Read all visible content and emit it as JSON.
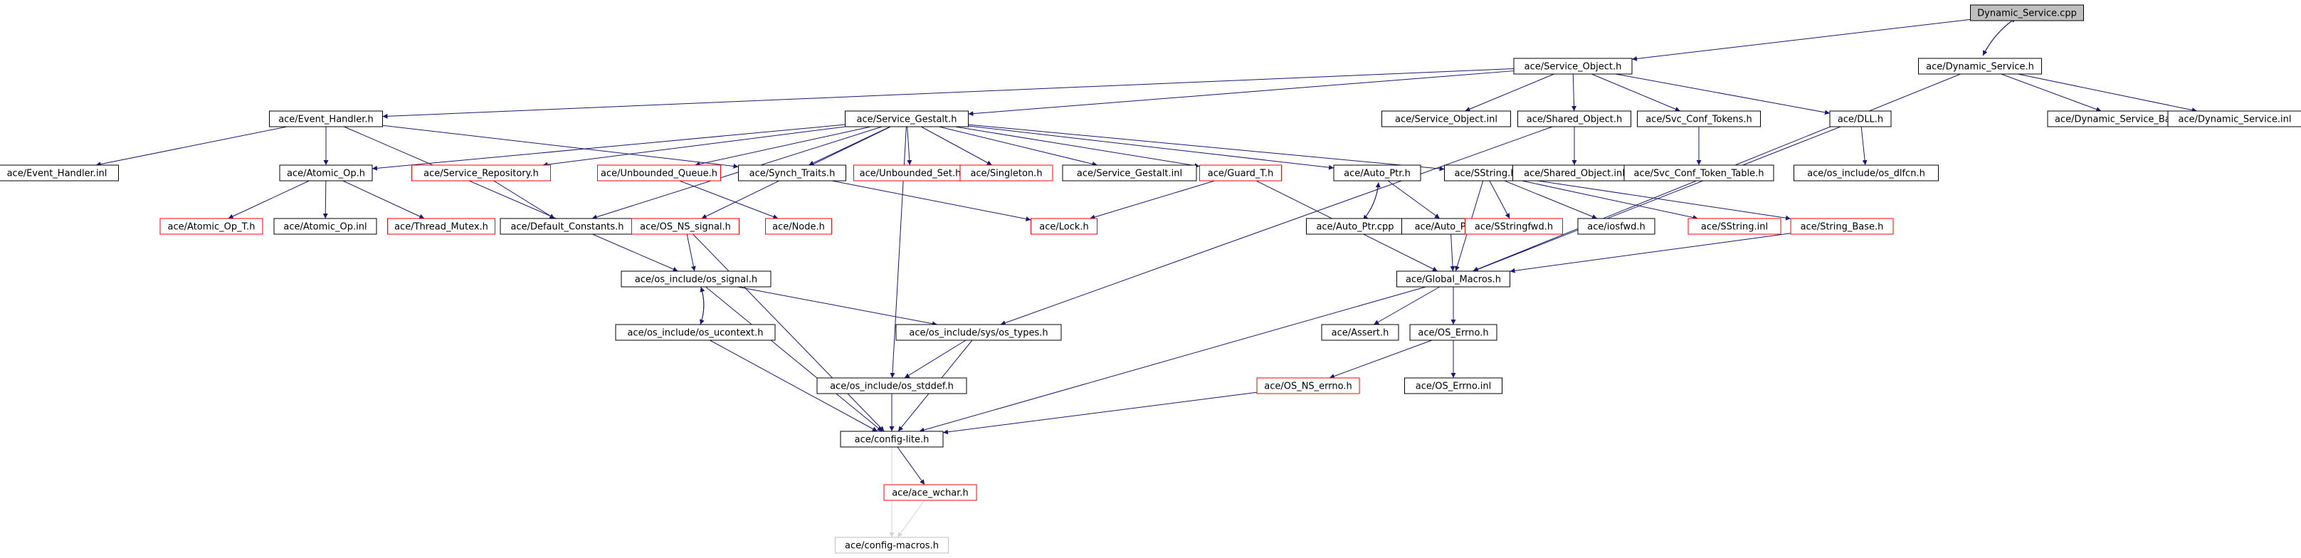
{
  "graph": {
    "colors": {
      "edge": "#191970",
      "edge_gray": "#d3d3d3",
      "node_border": "#000000",
      "node_border_red": "#ff0000",
      "node_border_gray": "#bfbfbf",
      "node_root_fill": "#bfbfbf",
      "text": "#000000"
    },
    "nodes": [
      {
        "id": "root",
        "label": "Dynamic_Service.cpp",
        "style": "root"
      },
      {
        "id": "so",
        "label": "ace/Service_Object.h",
        "style": "normal"
      },
      {
        "id": "dsh",
        "label": "ace/Dynamic_Service.h",
        "style": "normal"
      },
      {
        "id": "eh",
        "label": "ace/Event_Handler.h",
        "style": "normal"
      },
      {
        "id": "sg",
        "label": "ace/Service_Gestalt.h",
        "style": "normal"
      },
      {
        "id": "soinl",
        "label": "ace/Service_Object.inl",
        "style": "normal"
      },
      {
        "id": "shob",
        "label": "ace/Shared_Object.h",
        "style": "normal"
      },
      {
        "id": "sct",
        "label": "ace/Svc_Conf_Tokens.h",
        "style": "normal"
      },
      {
        "id": "dll",
        "label": "ace/DLL.h",
        "style": "normal"
      },
      {
        "id": "dsb",
        "label": "ace/Dynamic_Service_Base.h",
        "style": "normal"
      },
      {
        "id": "dsinl",
        "label": "ace/Dynamic_Service.inl",
        "style": "normal"
      },
      {
        "id": "ehinl",
        "label": "ace/Event_Handler.inl",
        "style": "normal"
      },
      {
        "id": "aop",
        "label": "ace/Atomic_Op.h",
        "style": "normal"
      },
      {
        "id": "sr",
        "label": "ace/Service_Repository.h",
        "style": "red"
      },
      {
        "id": "uq",
        "label": "ace/Unbounded_Queue.h",
        "style": "red"
      },
      {
        "id": "st",
        "label": "ace/Synch_Traits.h",
        "style": "normal"
      },
      {
        "id": "us",
        "label": "ace/Unbounded_Set.h",
        "style": "red"
      },
      {
        "id": "sing",
        "label": "ace/Singleton.h",
        "style": "red"
      },
      {
        "id": "sginl",
        "label": "ace/Service_Gestalt.inl",
        "style": "normal"
      },
      {
        "id": "gt",
        "label": "ace/Guard_T.h",
        "style": "red"
      },
      {
        "id": "ap",
        "label": "ace/Auto_Ptr.h",
        "style": "normal"
      },
      {
        "id": "ss",
        "label": "ace/SString.h",
        "style": "normal"
      },
      {
        "id": "shobinl",
        "label": "ace/Shared_Object.inl",
        "style": "normal"
      },
      {
        "id": "sctt",
        "label": "ace/Svc_Conf_Token_Table.h",
        "style": "normal"
      },
      {
        "id": "dlfcn",
        "label": "ace/os_include/os_dlfcn.h",
        "style": "normal"
      },
      {
        "id": "aopt",
        "label": "ace/Atomic_Op_T.h",
        "style": "red"
      },
      {
        "id": "aopinl",
        "label": "ace/Atomic_Op.inl",
        "style": "normal"
      },
      {
        "id": "tm",
        "label": "ace/Thread_Mutex.h",
        "style": "red"
      },
      {
        "id": "dc",
        "label": "ace/Default_Constants.h",
        "style": "normal"
      },
      {
        "id": "ons",
        "label": "ace/OS_NS_signal.h",
        "style": "red"
      },
      {
        "id": "node",
        "label": "ace/Node.h",
        "style": "red"
      },
      {
        "id": "lock",
        "label": "ace/Lock.h",
        "style": "red"
      },
      {
        "id": "apcpp",
        "label": "ace/Auto_Ptr.cpp",
        "style": "normal"
      },
      {
        "id": "apinl",
        "label": "ace/Auto_Ptr.inl",
        "style": "normal"
      },
      {
        "id": "ssfwd",
        "label": "ace/SStringfwd.h",
        "style": "red"
      },
      {
        "id": "iosfwd",
        "label": "ace/iosfwd.h",
        "style": "normal"
      },
      {
        "id": "ssinl",
        "label": "ace/SString.inl",
        "style": "red"
      },
      {
        "id": "sb",
        "label": "ace/String_Base.h",
        "style": "red"
      },
      {
        "id": "sig",
        "label": "ace/os_include/os_signal.h",
        "style": "normal"
      },
      {
        "id": "gm",
        "label": "ace/Global_Macros.h",
        "style": "normal"
      },
      {
        "id": "uctx",
        "label": "ace/os_include/os_ucontext.h",
        "style": "normal"
      },
      {
        "id": "types",
        "label": "ace/os_include/sys/os_types.h",
        "style": "normal"
      },
      {
        "id": "assert",
        "label": "ace/Assert.h",
        "style": "normal"
      },
      {
        "id": "errno",
        "label": "ace/OS_Errno.h",
        "style": "normal"
      },
      {
        "id": "stddef",
        "label": "ace/os_include/os_stddef.h",
        "style": "normal"
      },
      {
        "id": "onserrno",
        "label": "ace/OS_NS_errno.h",
        "style": "red"
      },
      {
        "id": "errnoinl",
        "label": "ace/OS_Errno.inl",
        "style": "normal"
      },
      {
        "id": "cl",
        "label": "ace/config-lite.h",
        "style": "normal"
      },
      {
        "id": "wchar",
        "label": "ace/ace_wchar.h",
        "style": "red"
      },
      {
        "id": "cm",
        "label": "ace/config-macros.h",
        "style": "gray"
      }
    ],
    "edges": [
      [
        "root",
        "so"
      ],
      [
        "root",
        "dsh"
      ],
      [
        "dsh",
        "root"
      ],
      [
        "so",
        "eh"
      ],
      [
        "so",
        "sg"
      ],
      [
        "so",
        "soinl"
      ],
      [
        "so",
        "shob"
      ],
      [
        "so",
        "sct"
      ],
      [
        "so",
        "dll"
      ],
      [
        "dsh",
        "dsb"
      ],
      [
        "dsh",
        "dsinl"
      ],
      [
        "dsh",
        "gm"
      ],
      [
        "eh",
        "ehinl"
      ],
      [
        "eh",
        "aop"
      ],
      [
        "eh",
        "st"
      ],
      [
        "eh",
        "sig"
      ],
      [
        "sg",
        "aop"
      ],
      [
        "sg",
        "sr"
      ],
      [
        "sg",
        "uq"
      ],
      [
        "sg",
        "st"
      ],
      [
        "sg",
        "us"
      ],
      [
        "sg",
        "sing"
      ],
      [
        "sg",
        "sginl"
      ],
      [
        "sg",
        "gt"
      ],
      [
        "sg",
        "ap"
      ],
      [
        "sg",
        "ss"
      ],
      [
        "sg",
        "dc"
      ],
      [
        "sg",
        "ons"
      ],
      [
        "sg",
        "stddef"
      ],
      [
        "shob",
        "shobinl"
      ],
      [
        "shob",
        "types"
      ],
      [
        "sct",
        "sctt"
      ],
      [
        "dll",
        "dlfcn"
      ],
      [
        "dll",
        "gm"
      ],
      [
        "aop",
        "aopt"
      ],
      [
        "aop",
        "aopinl"
      ],
      [
        "aop",
        "tm"
      ],
      [
        "sr",
        "dc"
      ],
      [
        "uq",
        "node"
      ],
      [
        "st",
        "lock"
      ],
      [
        "gt",
        "lock"
      ],
      [
        "gt",
        "gm"
      ],
      [
        "ap",
        "apcpp"
      ],
      [
        "apcpp",
        "ap"
      ],
      [
        "ap",
        "apinl"
      ],
      [
        "apinl",
        "gm"
      ],
      [
        "ss",
        "ssfwd"
      ],
      [
        "ss",
        "iosfwd"
      ],
      [
        "ss",
        "ssinl"
      ],
      [
        "ss",
        "sb"
      ],
      [
        "ss",
        "gm"
      ],
      [
        "sb",
        "gm"
      ],
      [
        "ons",
        "sig"
      ],
      [
        "ons",
        "cl"
      ],
      [
        "sig",
        "uctx"
      ],
      [
        "uctx",
        "sig"
      ],
      [
        "sig",
        "types"
      ],
      [
        "sig",
        "cl"
      ],
      [
        "uctx",
        "cl"
      ],
      [
        "types",
        "stddef"
      ],
      [
        "types",
        "cl"
      ],
      [
        "stddef",
        "cl"
      ],
      [
        "gm",
        "assert"
      ],
      [
        "gm",
        "errno"
      ],
      [
        "gm",
        "cl"
      ],
      [
        "errno",
        "onserrno"
      ],
      [
        "errno",
        "errnoinl"
      ],
      [
        "onserrno",
        "cl"
      ],
      [
        "cl",
        "wchar"
      ],
      [
        "cl",
        "cm"
      ],
      [
        "wchar",
        "cm"
      ]
    ]
  }
}
